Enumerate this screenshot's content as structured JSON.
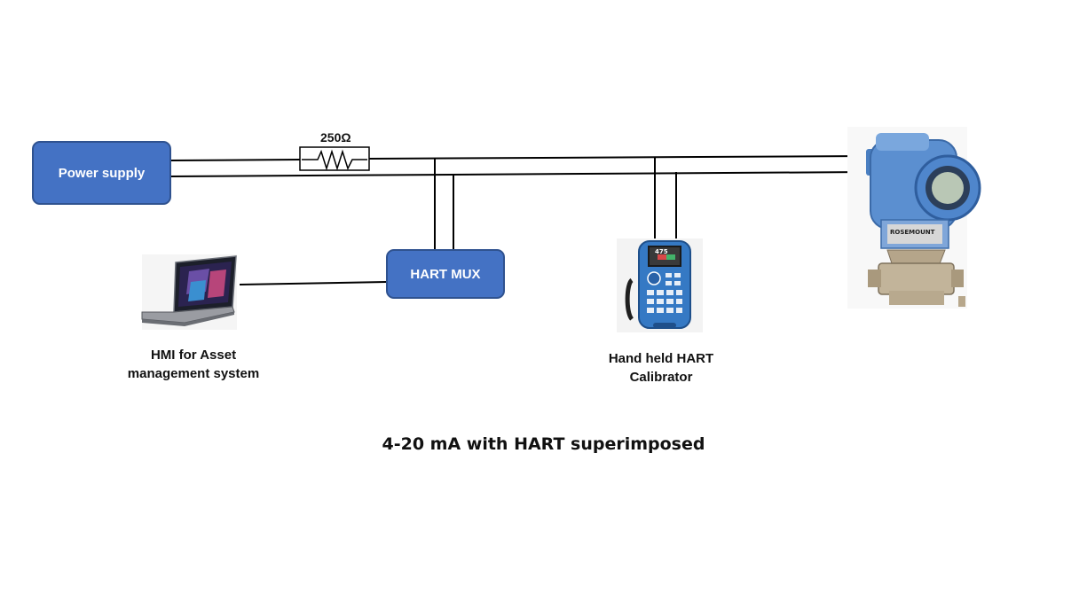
{
  "power_supply": {
    "label": "Power supply"
  },
  "resistor": {
    "label": "250Ω"
  },
  "hart_mux": {
    "label": "HART MUX"
  },
  "hmi": {
    "caption_line1": "HMI for Asset",
    "caption_line2": "management system"
  },
  "calibrator": {
    "caption_line1": "Hand held HART",
    "caption_line2": "Calibrator",
    "screen_text": "475"
  },
  "transmitter": {
    "brand_text": "ROSEMOUNT"
  },
  "title": "4-20 mA with HART superimposed",
  "colors": {
    "box_fill": "#4472C4",
    "box_border": "#2F528F",
    "wire": "#000000",
    "transmitter_blue": "#5B8FD0"
  }
}
